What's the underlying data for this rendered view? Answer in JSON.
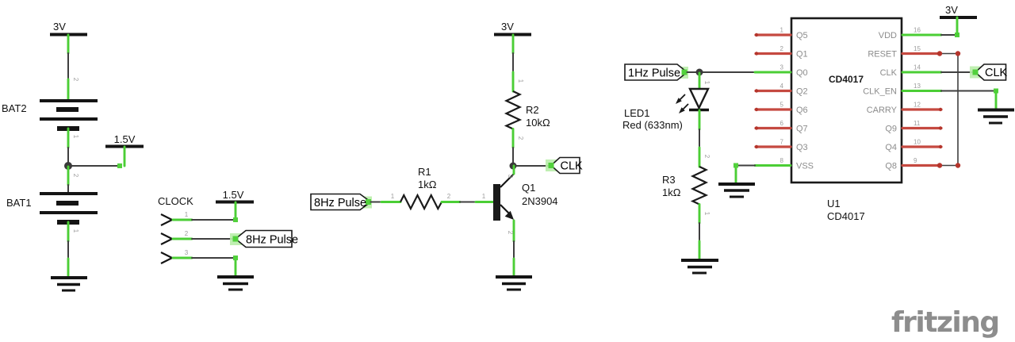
{
  "watermark": "fritzing",
  "colors": {
    "wire": "#3f3f3f",
    "connected_green": "#4bce35",
    "unconnected_red": "#c54940",
    "pin_label_gray": "#8c8c8c",
    "watermark_gray": "#8d8d8d"
  },
  "sections": {
    "battery": {
      "v3_label": "3V",
      "v15_label": "1.5V",
      "bat2": {
        "ref": "BAT2",
        "pins": [
          "1",
          "2"
        ]
      },
      "bat1": {
        "ref": "BAT1",
        "pins": [
          "1",
          "2"
        ]
      }
    },
    "clock_header": {
      "ref": "CLOCK",
      "pins": [
        "1",
        "2",
        "3"
      ],
      "v15_label": "1.5V",
      "net_label": "8Hz Pulse"
    },
    "pulse_shaper": {
      "v3_label": "3V",
      "in_net_label": "8Hz Pulse",
      "clk_net_label": "CLK",
      "r1": {
        "ref": "R1",
        "value": "1kΩ",
        "pins": [
          "1",
          "2"
        ]
      },
      "r2": {
        "ref": "R2",
        "value": "10kΩ",
        "pins": [
          "1",
          "2"
        ]
      },
      "q1": {
        "ref": "Q1",
        "value": "2N3904",
        "pins": [
          "1",
          "2",
          "3"
        ]
      }
    },
    "led_branch": {
      "net_label": "1Hz Pulse",
      "led1": {
        "ref": "LED1",
        "value": "Red (633nm)",
        "pins": [
          "1",
          "2"
        ]
      },
      "r3": {
        "ref": "R3",
        "value": "1kΩ",
        "pins": [
          "1",
          "2"
        ]
      }
    },
    "counter": {
      "ref": "U1",
      "value": "CD4017",
      "chip_label": "CD4017",
      "v3_label": "3V",
      "clk_net_label": "CLK",
      "left_pins": [
        {
          "num": "1",
          "label": "Q5",
          "connected": false
        },
        {
          "num": "2",
          "label": "Q1",
          "connected": false
        },
        {
          "num": "3",
          "label": "Q0",
          "connected": true
        },
        {
          "num": "4",
          "label": "Q2",
          "connected": false
        },
        {
          "num": "5",
          "label": "Q6",
          "connected": false
        },
        {
          "num": "6",
          "label": "Q7",
          "connected": false
        },
        {
          "num": "7",
          "label": "Q3",
          "connected": false
        },
        {
          "num": "8",
          "label": "VSS",
          "connected": true
        }
      ],
      "right_pins": [
        {
          "num": "16",
          "label": "VDD",
          "connected": true
        },
        {
          "num": "15",
          "label": "RESET",
          "connected": false
        },
        {
          "num": "14",
          "label": "CLK",
          "connected": true
        },
        {
          "num": "13",
          "label": "CLK_EN",
          "connected": true
        },
        {
          "num": "12",
          "label": "CARRY",
          "connected": false
        },
        {
          "num": "11",
          "label": "Q9",
          "connected": false
        },
        {
          "num": "10",
          "label": "Q4",
          "connected": false
        },
        {
          "num": "9",
          "label": "Q8",
          "connected": false
        }
      ]
    }
  }
}
